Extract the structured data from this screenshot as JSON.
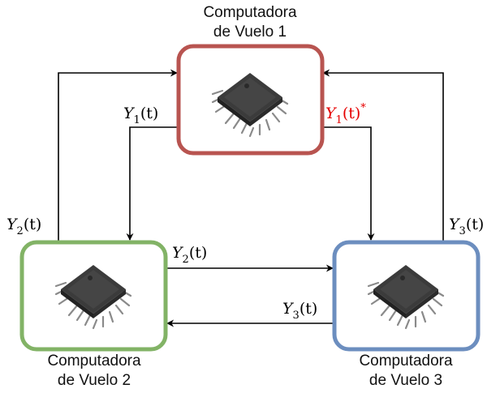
{
  "nodes": {
    "fc1": {
      "line1": "Computadora",
      "line2": "de Vuelo 1",
      "color": "#b85450"
    },
    "fc2": {
      "line1": "Computadora",
      "line2": "de Vuelo 2",
      "color": "#82b366"
    },
    "fc3": {
      "line1": "Computadora",
      "line2": "de Vuelo 3",
      "color": "#6c8ebf"
    }
  },
  "signals": {
    "y1": {
      "base": "Y",
      "sub": "1",
      "arg": "(t)",
      "color": "#000000"
    },
    "y1_star": {
      "base": "Y",
      "sub": "1",
      "arg": "(t)",
      "sup": "*",
      "color": "#e60000"
    },
    "y2_left": {
      "base": "Y",
      "sub": "2",
      "arg": "(t)",
      "color": "#000000"
    },
    "y2_mid": {
      "base": "Y",
      "sub": "2",
      "arg": "(t)",
      "color": "#000000"
    },
    "y3_right": {
      "base": "Y",
      "sub": "3",
      "arg": "(t)",
      "color": "#000000"
    },
    "y3_mid": {
      "base": "Y",
      "sub": "3",
      "arg": "(t)",
      "color": "#000000"
    }
  },
  "icons": {
    "chip": "microchip-icon"
  }
}
